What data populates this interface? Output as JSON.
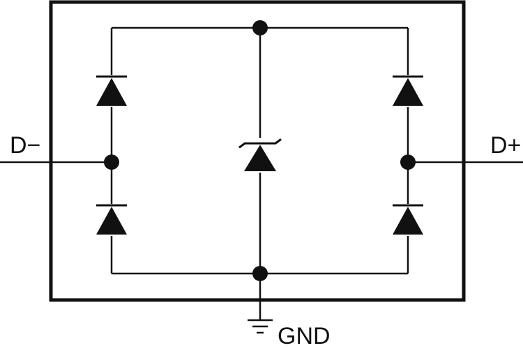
{
  "diagram": {
    "type": "circuit-schematic",
    "pins": {
      "left": "D−",
      "right": "D+",
      "bottom": "GND"
    },
    "components": [
      {
        "type": "diode",
        "role": "upper-left",
        "orientation": "anode-down"
      },
      {
        "type": "diode",
        "role": "lower-left",
        "orientation": "anode-down"
      },
      {
        "type": "zener-diode",
        "role": "center",
        "orientation": "anode-down"
      },
      {
        "type": "diode",
        "role": "upper-right",
        "orientation": "anode-down"
      },
      {
        "type": "diode",
        "role": "lower-right",
        "orientation": "anode-down"
      }
    ],
    "junctions": [
      "top-center",
      "left-mid",
      "right-mid",
      "bottom-center"
    ],
    "colors": {
      "line": "#111111",
      "background": "#ffffff"
    }
  }
}
